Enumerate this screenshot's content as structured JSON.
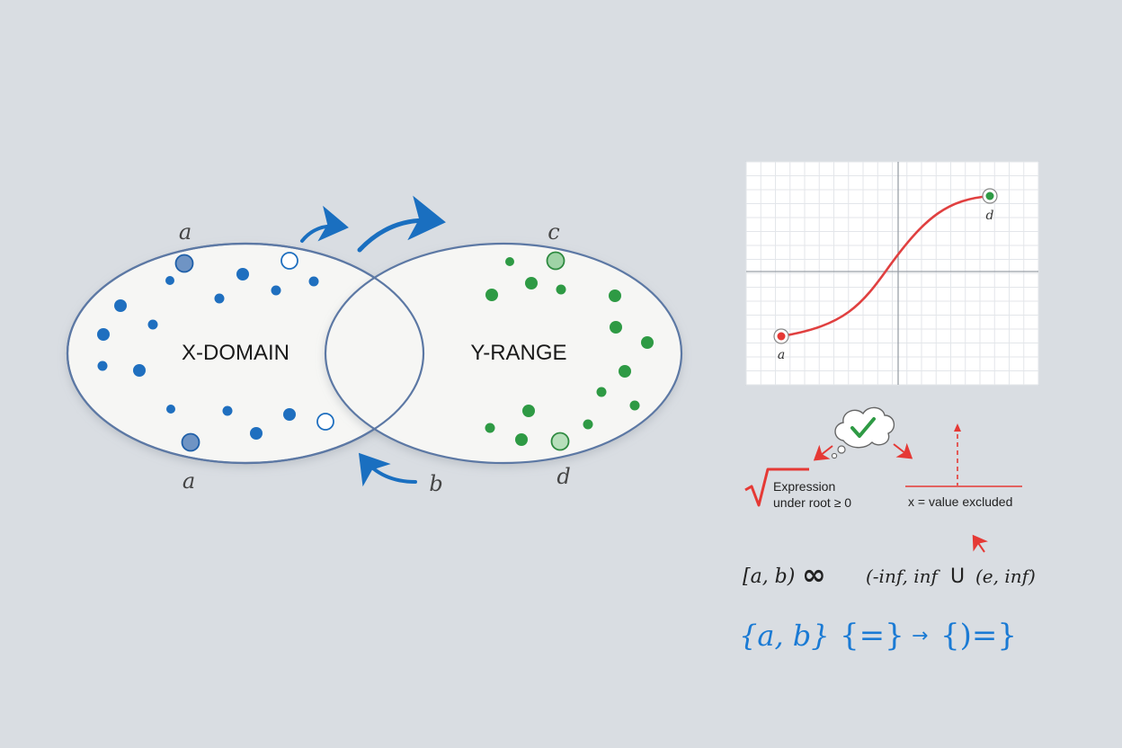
{
  "diagram": {
    "domain_set": {
      "label": "X-DOMAIN",
      "top_label": "a",
      "bottom_label": "a",
      "dot_color": "#1f6fbf"
    },
    "range_set": {
      "label": "Y-RANGE",
      "top_label": "c",
      "bottom_label": "d",
      "dot_color": "#2e9a44"
    },
    "return_arrow_label": "b",
    "arrow_color": "#1a6fc0"
  },
  "graph": {
    "start_label": "a",
    "end_label": "d",
    "curve_color": "#e04040",
    "start_color": "#e53935",
    "end_color": "#2e9a44"
  },
  "notes": {
    "root_rule_line1": "Expression",
    "root_rule_line2": "under root ≥ 0",
    "excluded_rule": "x = value excluded",
    "accent_color": "#e53935",
    "check_color": "#2e9a44"
  },
  "notation": {
    "row1_interval": "[a, b)",
    "row1_infinity": "∞",
    "row1_union_left": "(-inf, inf",
    "row1_union_symbol": "U",
    "row1_union_right": "(e, inf)",
    "row2_set": "{a, b}",
    "row2_eq_left": "{=}",
    "row2_arrow": "→",
    "row2_eq_right": "{)=}",
    "row2_color": "#1a7ad4"
  }
}
